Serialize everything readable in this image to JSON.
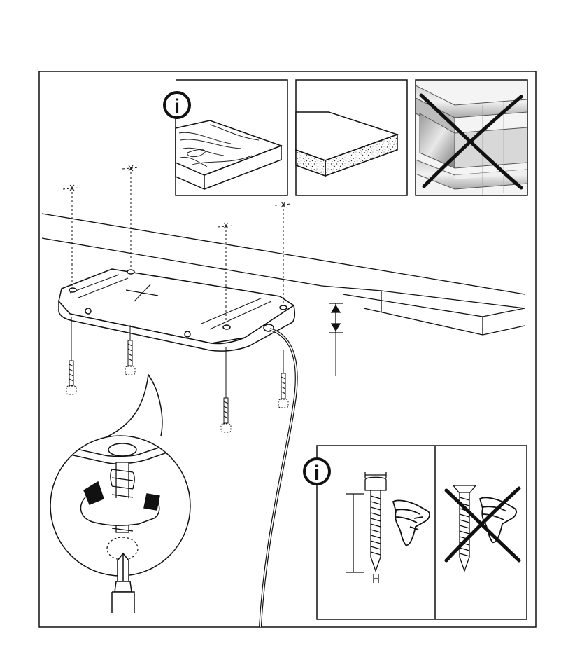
{
  "page": {
    "title": "",
    "info_glyph": "i"
  },
  "panels": {
    "materials": {
      "wood": {
        "icon": "info-icon",
        "status": "allowed"
      },
      "particleboard": {
        "status": "allowed"
      },
      "steel_beam": {
        "status": "not-allowed",
        "mark": "cross"
      }
    },
    "screws": {
      "pan_head": {
        "icon": "info-icon",
        "status": "allowed"
      },
      "countersunk": {
        "status": "not-allowed",
        "mark": "cross"
      }
    }
  },
  "colors": {
    "line": "#111111",
    "frame": "#333333",
    "metal_light": "#e6e6e6",
    "metal_mid": "#bdbdbd",
    "metal_dark": "#8a8a8a"
  }
}
